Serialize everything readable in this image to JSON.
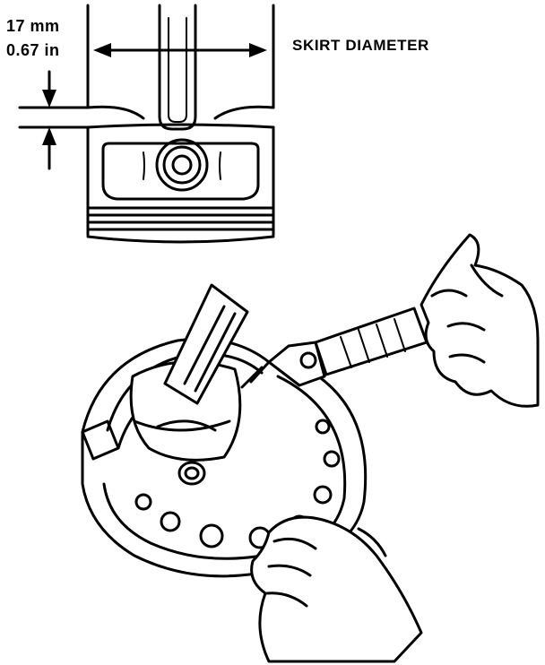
{
  "labels": {
    "dimension_mm": "17 mm",
    "dimension_in": "0.67 in",
    "skirt_diameter": "SKIRT DIAMETER"
  },
  "icons": {
    "piston": "piston-illustration",
    "micrometer": "micrometer-illustration",
    "hands": "hands-illustration"
  },
  "colors": {
    "ink": "#000000",
    "paper": "#ffffff"
  }
}
